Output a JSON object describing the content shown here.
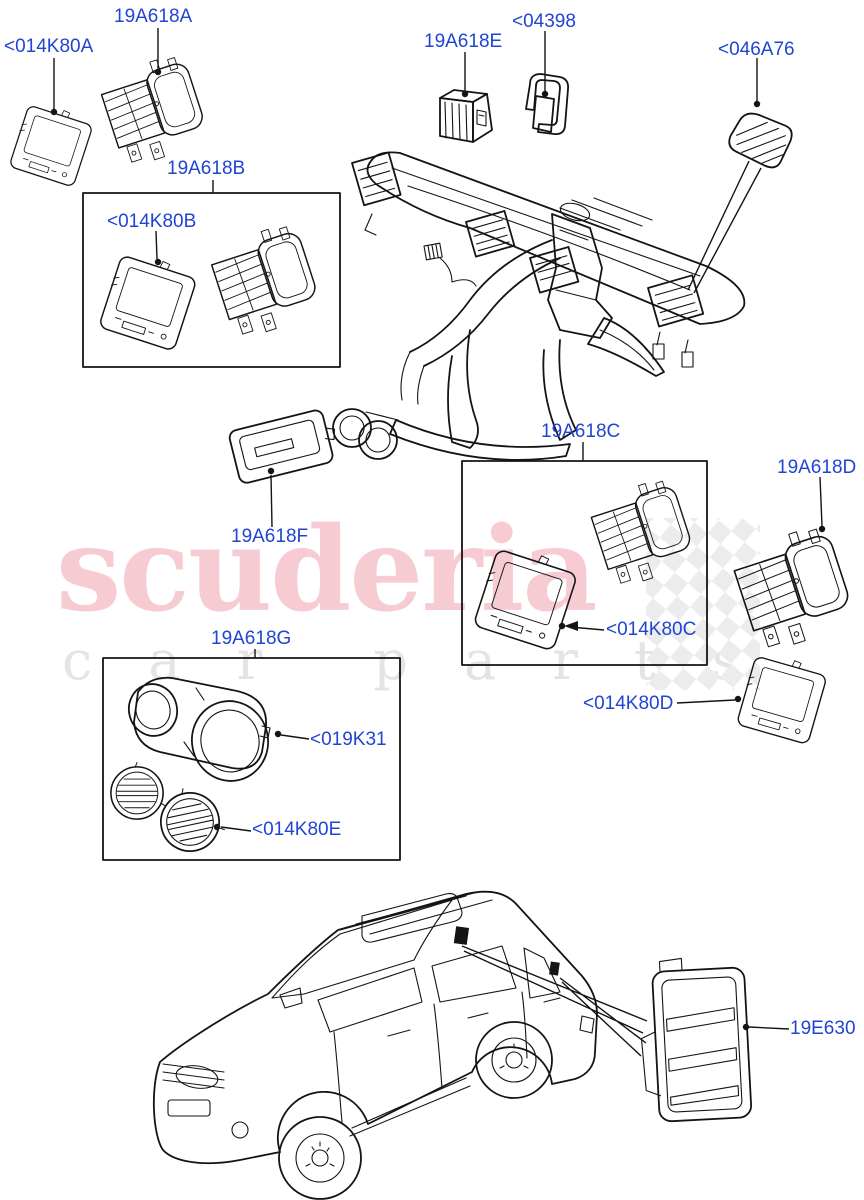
{
  "diagram": {
    "type": "parts-diagram",
    "label_color": "#2144d4",
    "line_color": "#141414"
  },
  "watermark": {
    "line1": "scuderia",
    "line2": "car parts",
    "color_primary": "#f6ccd2",
    "color_secondary": "#e4e4e4"
  },
  "labels": {
    "k014K80A": "<014K80A",
    "a19A618A": "19A618A",
    "a19A618B": "19A618B",
    "k014K80B": "<014K80B",
    "a19A618E": "19A618E",
    "k04398": "<04398",
    "k046A76": "<046A76",
    "a19A618C": "19A618C",
    "a19A618D": "19A618D",
    "a19A618F": "19A618F",
    "k014K80C": "<014K80C",
    "k014K80D": "<014K80D",
    "a19A618G": "19A618G",
    "k019K31": "<019K31",
    "k014K80E": "<014K80E",
    "e19E630": "19E630"
  }
}
